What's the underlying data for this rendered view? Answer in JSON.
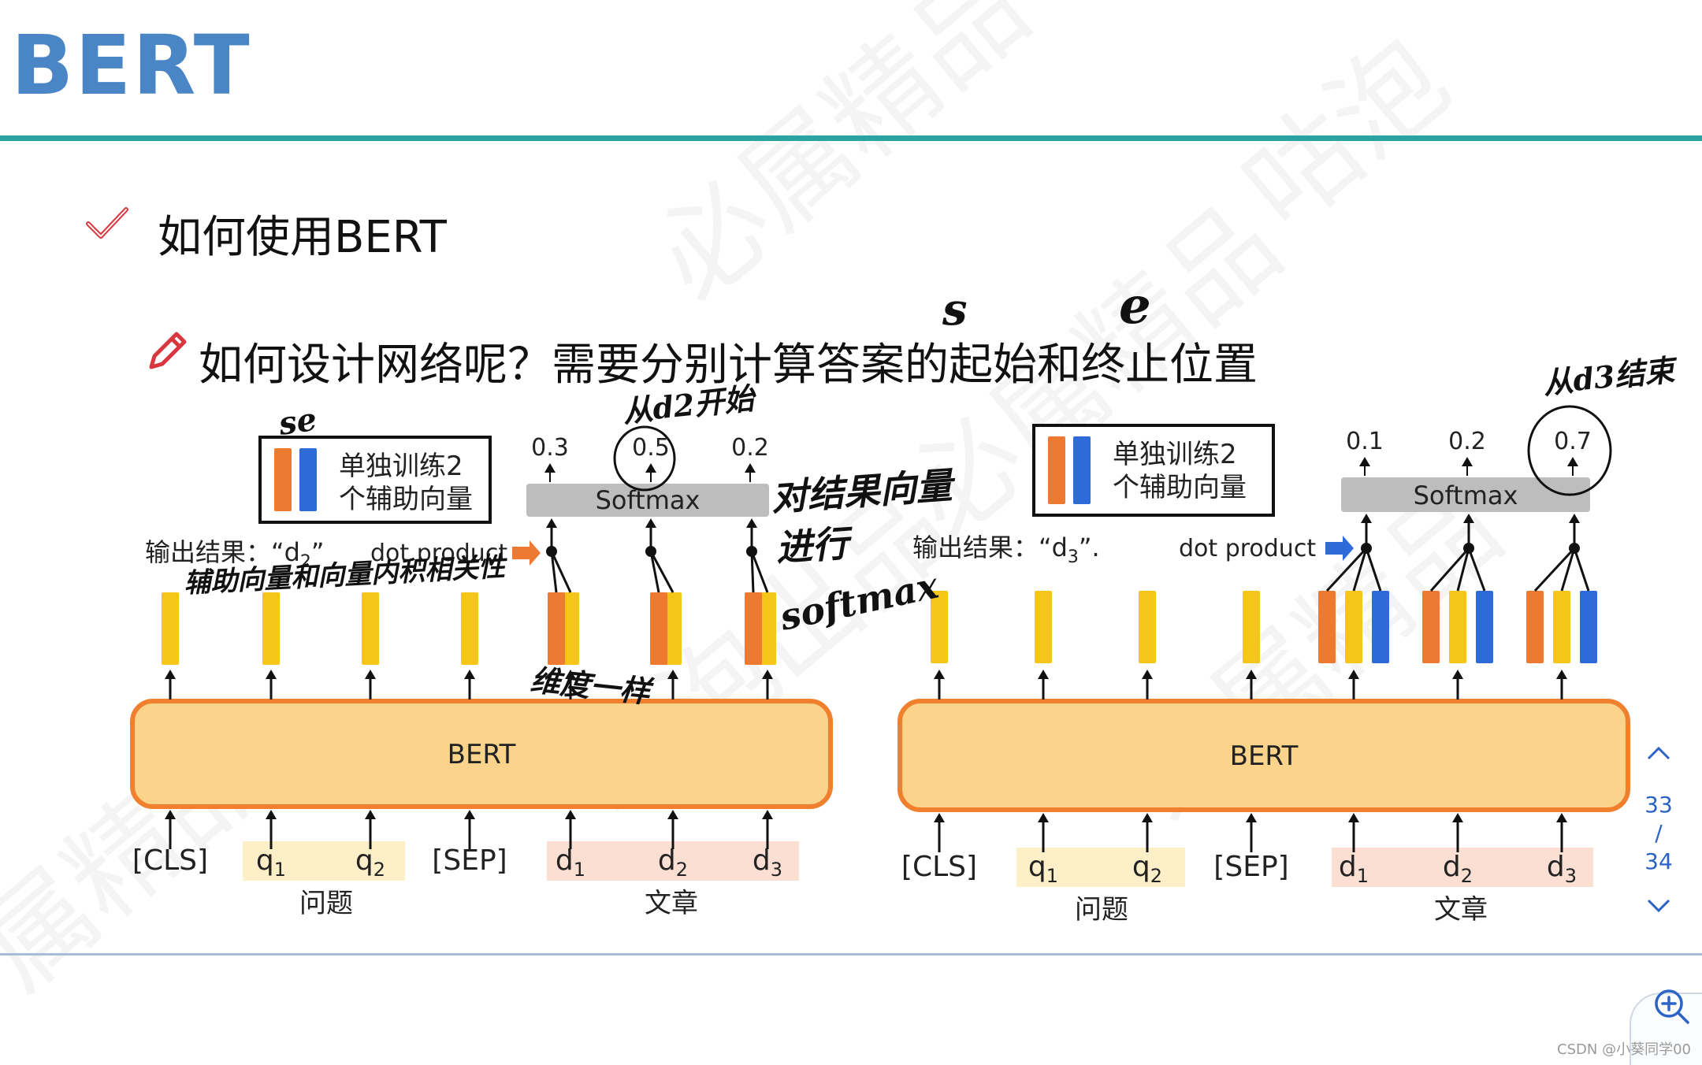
{
  "slide": {
    "title": "BERT",
    "bullet1": "如何使用BERT",
    "bullet2": "如何设计网络呢？需要分别计算答案的起始和终止位置"
  },
  "left_diagram": {
    "legend": [
      "单独训练2",
      "个辅助向量"
    ],
    "output_label": "输出结果：“d",
    "output_sub": "2",
    "output_tail": "”",
    "dot_product": "dot product",
    "softmax": "Softmax",
    "probs": [
      "0.3",
      "0.5",
      "0.2"
    ],
    "bert": "BERT",
    "tokens": [
      "[CLS]",
      "q",
      "q",
      "[SEP]",
      "d",
      "d",
      "d"
    ],
    "token_subs": [
      "",
      "1",
      "2",
      "",
      "1",
      "2",
      "3"
    ],
    "group_question": "问题",
    "group_article": "文章"
  },
  "right_diagram": {
    "legend": [
      "单独训练2",
      "个辅助向量"
    ],
    "output_label": "输出结果：“d",
    "output_sub": "3",
    "output_tail": "”.",
    "dot_product": "dot product",
    "softmax": "Softmax",
    "probs": [
      "0.1",
      "0.2",
      "0.7"
    ],
    "bert": "BERT",
    "tokens": [
      "[CLS]",
      "q",
      "q",
      "[SEP]",
      "d",
      "d",
      "d"
    ],
    "token_subs": [
      "",
      "1",
      "2",
      "",
      "1",
      "2",
      "3"
    ],
    "group_question": "问题",
    "group_article": "文章"
  },
  "handwriting": {
    "s": "s",
    "e": "e",
    "se": "se",
    "start": "从d2开始",
    "end": "从d3结束",
    "right_note1": "对结果向量",
    "right_note2": "进行",
    "right_note3": "softmax",
    "left_note": "辅助向量和向量内积相关性",
    "dim": "维度一样"
  },
  "pager": {
    "current": "33",
    "sep": "/",
    "total": "34"
  },
  "credit": "CSDN @小葵同学00",
  "colors": {
    "orange": "#ee7a32",
    "yellow": "#f5c518",
    "blue": "#2f6bd8",
    "bert_fill": "#fbd38a",
    "bert_border": "#f07f2e",
    "accent": "#2aa3a1",
    "title": "#4a86c5"
  },
  "icons": [
    "check-icon",
    "pencil-icon",
    "chevron-up-icon",
    "chevron-down-icon",
    "zoom-in-icon"
  ]
}
